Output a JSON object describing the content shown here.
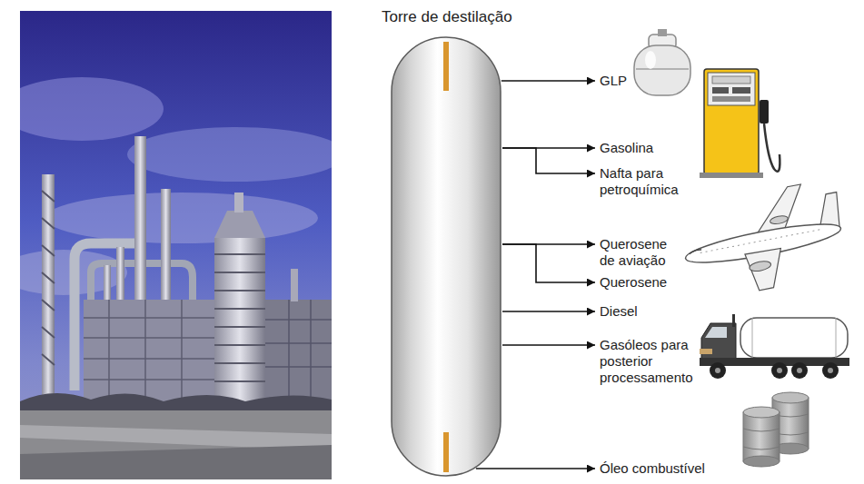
{
  "diagram": {
    "nodes": [
      {
        "text": [
          "Torre de destilação"
        ]
      },
      {
        "text": [
          "GLP"
        ]
      },
      {
        "text": [
          "Gasolina"
        ]
      },
      {
        "text": [
          "Nafta para petroquímica"
        ]
      },
      {
        "text": [
          "Querosene de aviação"
        ]
      },
      {
        "text": [
          "Querosene"
        ]
      },
      {
        "text": [
          "Diesel"
        ]
      },
      {
        "text": [
          "Gasóleos para posterior processamento"
        ]
      },
      {
        "text": [
          "Óleo combustível"
        ]
      }
    ],
    "edges": [
      {
        "from": 0,
        "to": 1,
        "arrow": "to"
      },
      {
        "from": 0,
        "to": 2,
        "arrow": "to"
      },
      {
        "from": 0,
        "to": 3,
        "arrow": "to"
      },
      {
        "from": 0,
        "to": 4,
        "arrow": "to"
      },
      {
        "from": 0,
        "to": 5,
        "arrow": "to"
      },
      {
        "from": 0,
        "to": 6,
        "arrow": "to"
      },
      {
        "from": 0,
        "to": 7,
        "arrow": "to"
      },
      {
        "from": 0,
        "to": 8,
        "arrow": "to"
      }
    ]
  }
}
